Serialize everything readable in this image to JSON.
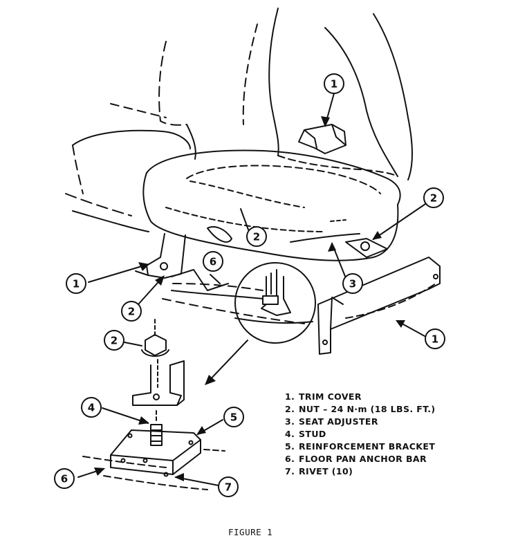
{
  "figure": {
    "caption": "FIGURE 1"
  },
  "callouts": [
    {
      "id": "c1-top",
      "num": "1"
    },
    {
      "id": "c2-seat",
      "num": "2"
    },
    {
      "id": "c2-right",
      "num": "2"
    },
    {
      "id": "c6-mid",
      "num": "6"
    },
    {
      "id": "c1-left",
      "num": "1"
    },
    {
      "id": "c3",
      "num": "3"
    },
    {
      "id": "c2-left",
      "num": "2"
    },
    {
      "id": "c1-right",
      "num": "1"
    },
    {
      "id": "c2-nut",
      "num": "2"
    },
    {
      "id": "c4",
      "num": "4"
    },
    {
      "id": "c5",
      "num": "5"
    },
    {
      "id": "c6-bottom",
      "num": "6"
    },
    {
      "id": "c7",
      "num": "7"
    }
  ],
  "legend": [
    {
      "num": "1.",
      "label": "TRIM COVER"
    },
    {
      "num": "2.",
      "label": "NUT – 24 N·m (18 LBS. FT.)"
    },
    {
      "num": "3.",
      "label": "SEAT ADJUSTER"
    },
    {
      "num": "4.",
      "label": "STUD"
    },
    {
      "num": "5.",
      "label": "REINFORCEMENT BRACKET"
    },
    {
      "num": "6.",
      "label": "FLOOR PAN ANCHOR BAR"
    },
    {
      "num": "7.",
      "label": "RIVET (10)"
    }
  ]
}
